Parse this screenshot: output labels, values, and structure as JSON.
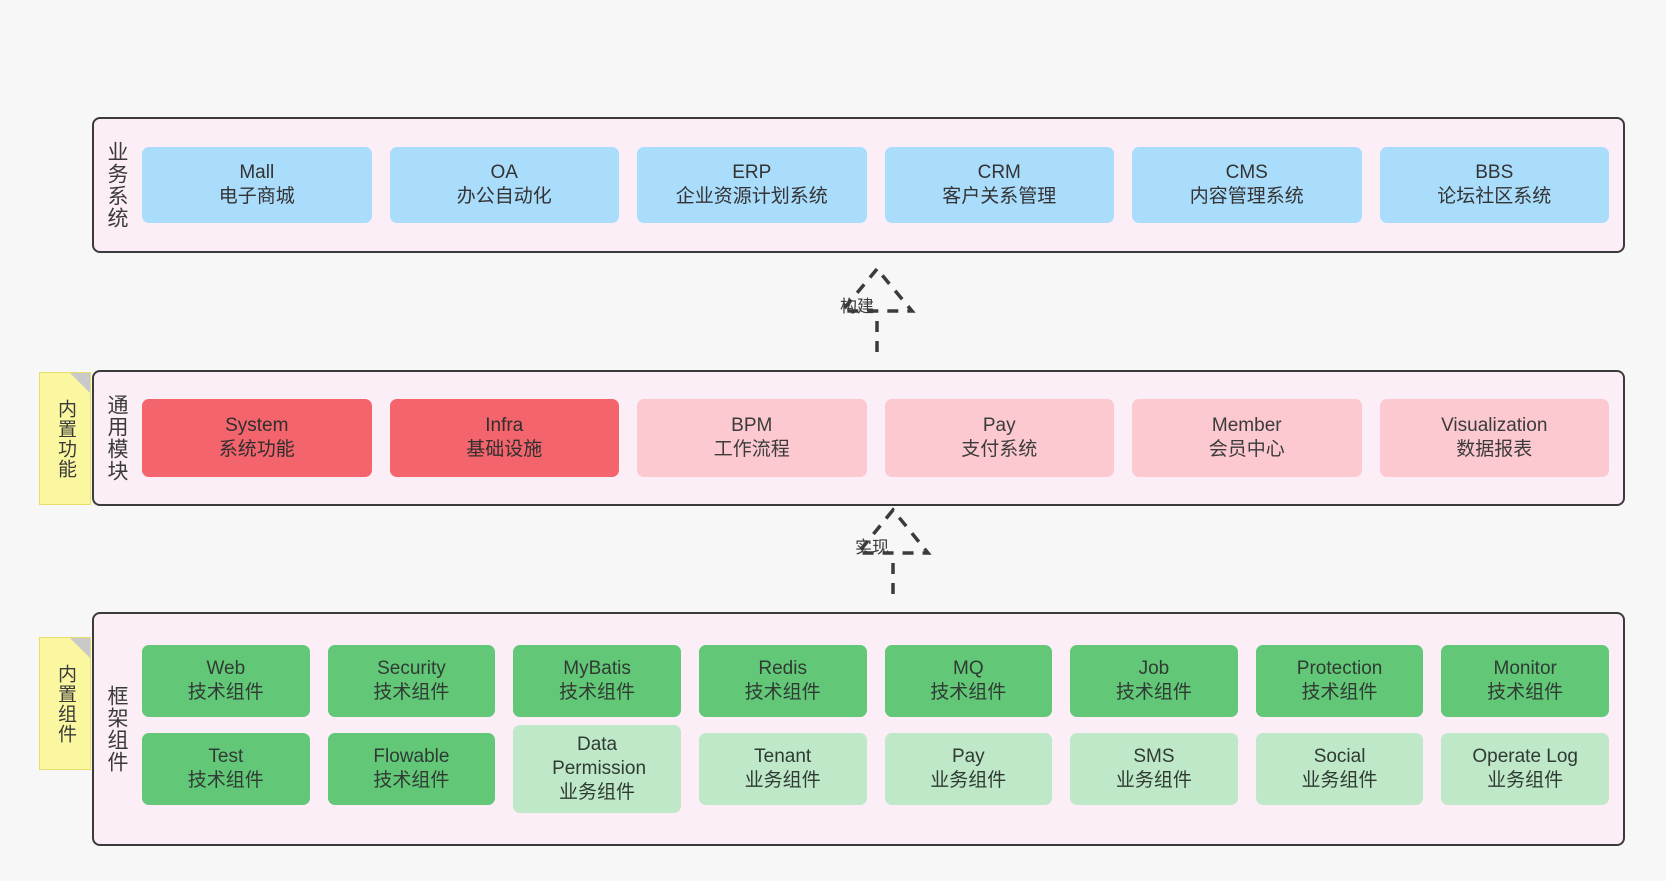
{
  "diagram": {
    "background_color": "#f7f7f7",
    "layer_fill": "#fbeef7",
    "layer_border": "#3b3b3b"
  },
  "notes": [
    {
      "text": "内置功能",
      "color": "#fbf7a0"
    },
    {
      "text": "内置组件",
      "color": "#fbf7a0"
    }
  ],
  "connectors": [
    {
      "label": "构建",
      "style": "dashed-hollow-triangle"
    },
    {
      "label": "实现",
      "style": "dashed-hollow-triangle"
    }
  ],
  "layers": [
    {
      "id": "business-systems",
      "title": "业务系统",
      "rows": [
        {
          "variant": "blue",
          "color": "#aadcfb",
          "nodes": [
            {
              "name": "Mall",
              "desc": "电子商城"
            },
            {
              "name": "OA",
              "desc": "办公自动化"
            },
            {
              "name": "ERP",
              "desc": "企业资源计划系统"
            },
            {
              "name": "CRM",
              "desc": "客户关系管理"
            },
            {
              "name": "CMS",
              "desc": "内容管理系统"
            },
            {
              "name": "BBS",
              "desc": "论坛社区系统"
            }
          ]
        }
      ]
    },
    {
      "id": "common-modules",
      "title": "通用模块",
      "rows": [
        {
          "variant": "mixed",
          "nodes": [
            {
              "name": "System",
              "desc": "系统功能",
              "color_key": "red"
            },
            {
              "name": "Infra",
              "desc": "基础设施",
              "color_key": "red"
            },
            {
              "name": "BPM",
              "desc": "工作流程",
              "color_key": "pink"
            },
            {
              "name": "Pay",
              "desc": "支付系统",
              "color_key": "pink"
            },
            {
              "name": "Member",
              "desc": "会员中心",
              "color_key": "pink"
            },
            {
              "name": "Visualization",
              "desc": "数据报表",
              "color_key": "pink"
            }
          ]
        }
      ]
    },
    {
      "id": "framework-components",
      "title": "框架组件",
      "rows": [
        {
          "variant": "green",
          "color": "#62c878",
          "nodes": [
            {
              "name": "Web",
              "desc": "技术组件",
              "color_key": "green"
            },
            {
              "name": "Security",
              "desc": "技术组件",
              "color_key": "green"
            },
            {
              "name": "MyBatis",
              "desc": "技术组件",
              "color_key": "green"
            },
            {
              "name": "Redis",
              "desc": "技术组件",
              "color_key": "green"
            },
            {
              "name": "MQ",
              "desc": "技术组件",
              "color_key": "green"
            },
            {
              "name": "Job",
              "desc": "技术组件",
              "color_key": "green"
            },
            {
              "name": "Protection",
              "desc": "技术组件",
              "color_key": "green"
            },
            {
              "name": "Monitor",
              "desc": "技术组件",
              "color_key": "green"
            }
          ]
        },
        {
          "variant": "mixed",
          "nodes": [
            {
              "name": "Test",
              "desc": "技术组件",
              "color_key": "green"
            },
            {
              "name": "Flowable",
              "desc": "技术组件",
              "color_key": "green"
            },
            {
              "name": "Data Permission",
              "desc": "业务组件",
              "color_key": "lightgreen"
            },
            {
              "name": "Tenant",
              "desc": "业务组件",
              "color_key": "lightgreen"
            },
            {
              "name": "Pay",
              "desc": "业务组件",
              "color_key": "lightgreen"
            },
            {
              "name": "SMS",
              "desc": "业务组件",
              "color_key": "lightgreen"
            },
            {
              "name": "Social",
              "desc": "业务组件",
              "color_key": "lightgreen"
            },
            {
              "name": "Operate Log",
              "desc": "业务组件",
              "color_key": "lightgreen"
            }
          ]
        }
      ]
    }
  ]
}
